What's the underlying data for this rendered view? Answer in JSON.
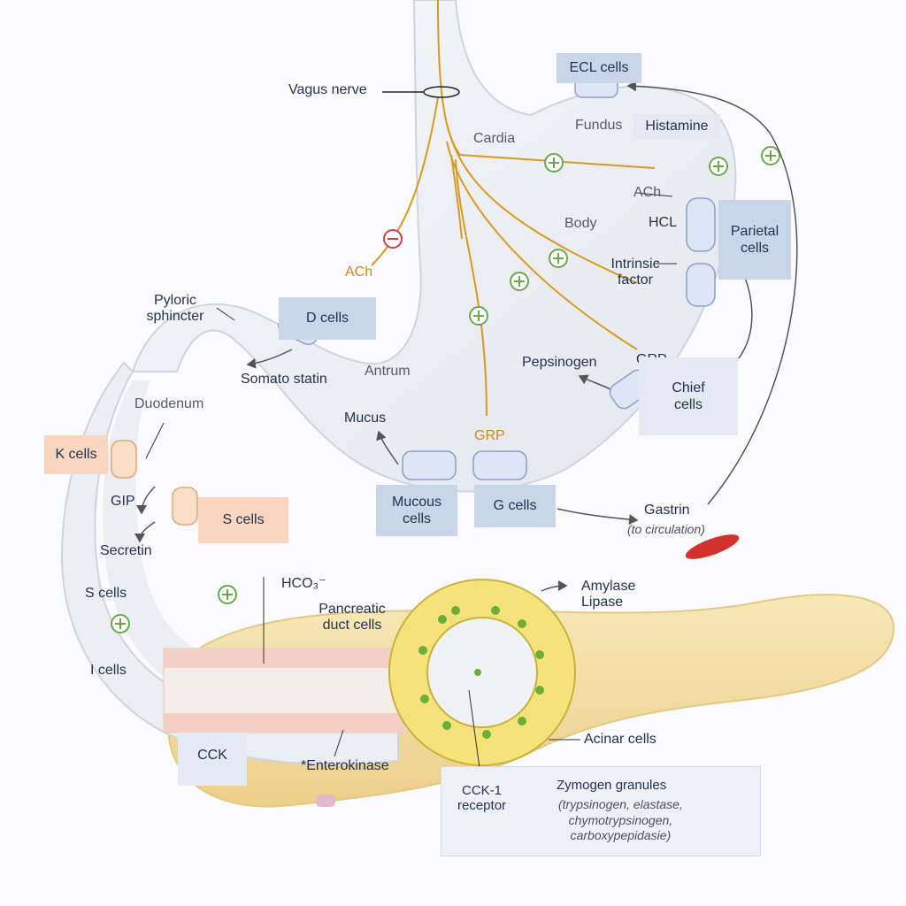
{
  "nerve": {
    "vagus": "Vagus nerve",
    "ach_left": "ACh",
    "ach_right": "ACh",
    "grp_right": "GRP",
    "grp_bottom": "GRP"
  },
  "regions": {
    "cardia": "Cardia",
    "fundus": "Fundus",
    "body": "Body",
    "antrum": "Antrum",
    "duodenum": "Duodenum",
    "pyloric": "Pyloric\nsphincter"
  },
  "cells": {
    "ecl": "ECL cells",
    "parietal": "Parietal\ncells",
    "chief": "Chief\ncells",
    "d": "D cells",
    "mucous": "Mucous\ncells",
    "g": "G cells",
    "k": "K cells",
    "s_right": "S cells",
    "s_left": "S cells",
    "i": "I cells",
    "cck": "CCK"
  },
  "substances": {
    "histamine": "Histamine",
    "hcl": "HCL",
    "intrinsic": "Intrinsic\nfactor",
    "pepsinogen": "Pepsinogen",
    "somatostatin": "Somato statin",
    "mucus": "Mucus",
    "gastrin": "Gastrin",
    "gastrin_note": "(to circulation)",
    "gip": "GIP",
    "secretin": "Secretin",
    "hco3": "HCO₃⁻",
    "duct_cells": "Pancreatic\nduct cells",
    "amylase": "Amylase\nLipase",
    "acinar": "Acinar cells",
    "enterokinase": "*Enterokinase",
    "cck1": "CCK-1\nreceptor",
    "zymogen": "Zymogen granules",
    "zymogen_list": "(trypsinogen, elastase,\nchymotrypsinogen,\ncarboxypepidasie)"
  },
  "colors": {
    "nerve": "#d89a22",
    "plus": "#6aa84f",
    "minus": "#cc4444",
    "stomach": "#eceef3",
    "pancreas": "#f3dfa4",
    "label_blue": "#c9d6ea"
  }
}
